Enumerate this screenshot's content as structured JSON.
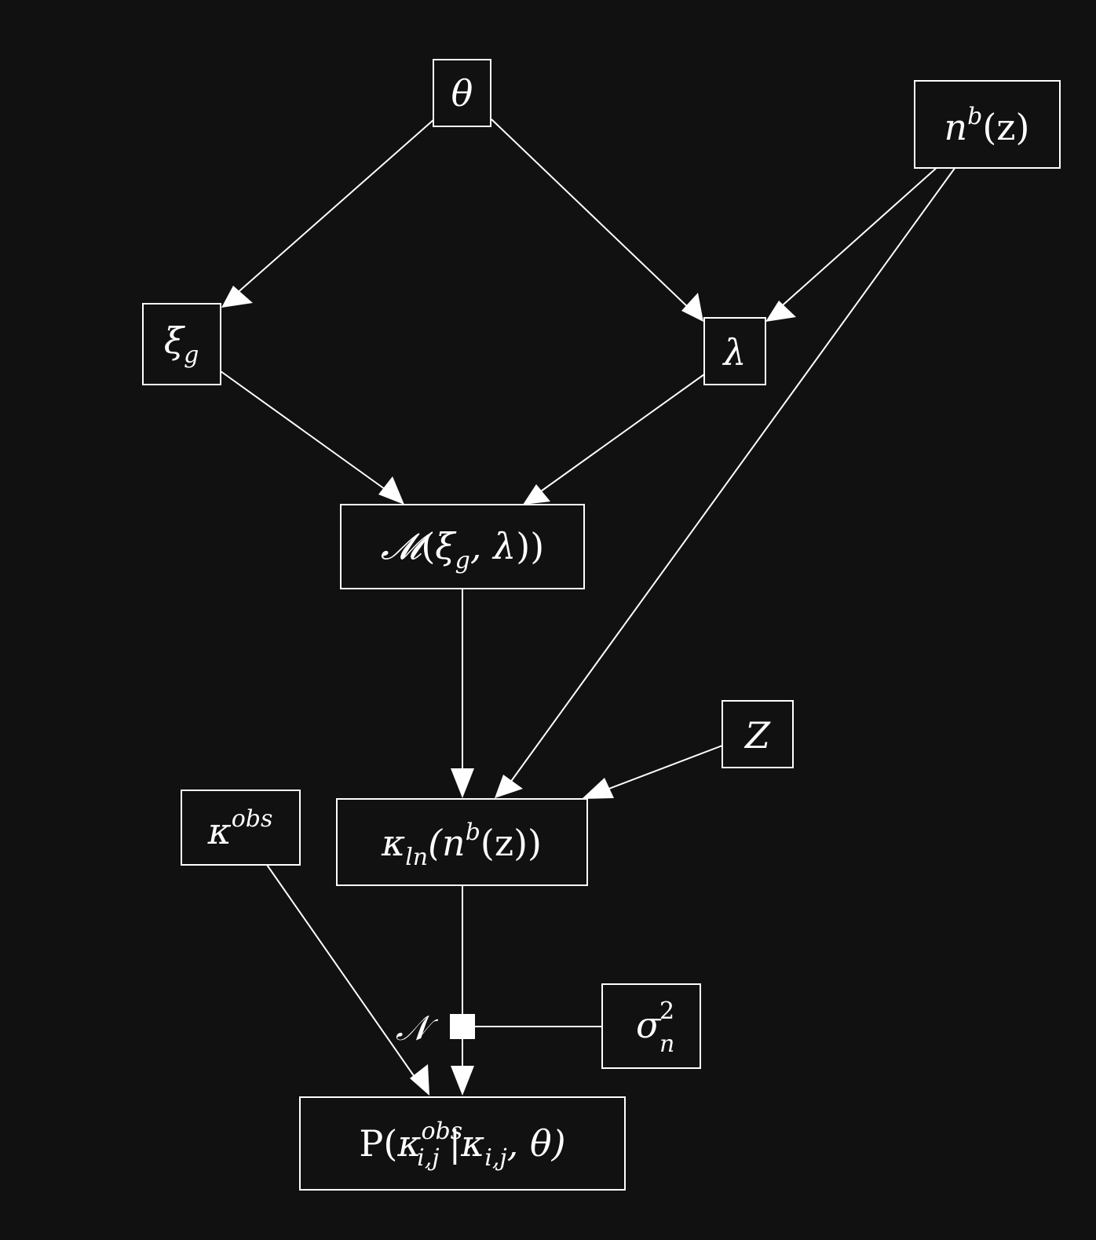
{
  "colors": {
    "background": "#111111",
    "foreground": "#ffffff"
  },
  "nodes": {
    "theta": {
      "symbol": "θ"
    },
    "nbz": {
      "base": "n",
      "sup": "b",
      "args": "(z)"
    },
    "xi_g": {
      "base": "ξ",
      "sub": "g"
    },
    "lambda": {
      "symbol": "λ"
    },
    "model": {
      "func": "𝓜",
      "open": "(",
      "arg1": "ξ",
      "arg1_sub": "g",
      "sep": ", ",
      "arg2": "λ",
      "close": "))"
    },
    "Z": {
      "symbol": "Z"
    },
    "kappa_obs": {
      "base": "κ",
      "sup": "obs"
    },
    "kappa_ln": {
      "base": "κ",
      "sub": "ln",
      "mid": "(n",
      "sup": "b",
      "tail": "(z))"
    },
    "sigma": {
      "base": "σ",
      "sup": "2",
      "sub": "n"
    },
    "factor": {
      "label": "𝒩"
    },
    "likelihood": {
      "prefix": "P(",
      "base": "κ",
      "sup": "obs",
      "sub": "i,j",
      "bar": "|κ",
      "sub2": "i,j",
      "tail": ", θ)"
    }
  },
  "edges": [
    {
      "from": "theta",
      "to": "xi_g",
      "arrow": true
    },
    {
      "from": "theta",
      "to": "lambda",
      "arrow": true
    },
    {
      "from": "nbz",
      "to": "lambda",
      "arrow": true
    },
    {
      "from": "nbz",
      "to": "kappa_ln",
      "arrow": true
    },
    {
      "from": "xi_g",
      "to": "model",
      "arrow": true
    },
    {
      "from": "lambda",
      "to": "model",
      "arrow": true
    },
    {
      "from": "model",
      "to": "kappa_ln",
      "arrow": true
    },
    {
      "from": "Z",
      "to": "kappa_ln",
      "arrow": true
    },
    {
      "from": "kappa_obs",
      "to": "likelihood",
      "arrow": true
    },
    {
      "from": "kappa_ln",
      "to": "factor",
      "arrow": false
    },
    {
      "from": "sigma",
      "to": "factor",
      "arrow": false
    },
    {
      "from": "factor",
      "to": "likelihood",
      "arrow": true
    }
  ]
}
